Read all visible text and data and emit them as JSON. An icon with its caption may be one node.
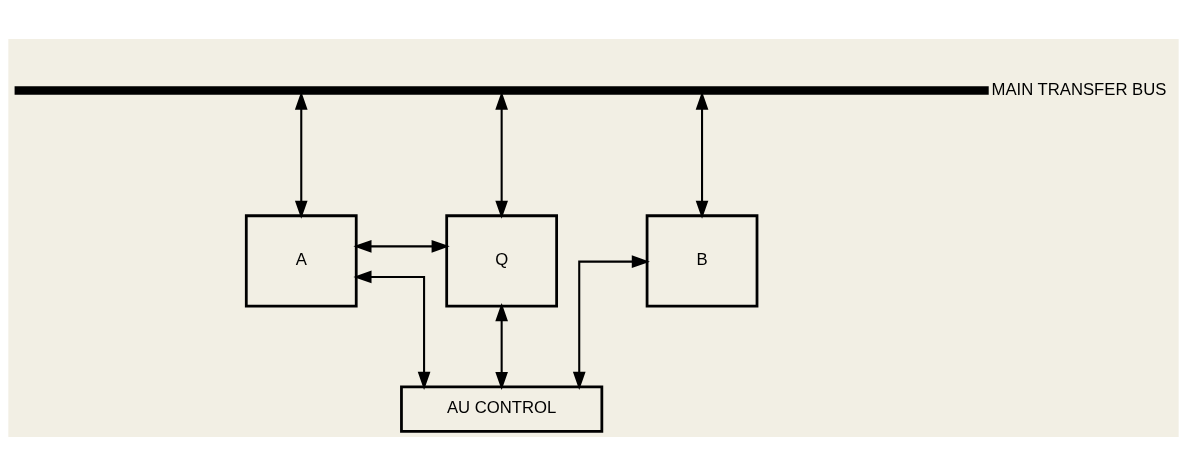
{
  "diagram": {
    "nodes": [
      {
        "text": [],
        "shape": "bar",
        "beside": [
          "MAIN TRANSFER BUS"
        ]
      },
      {
        "text": [
          "A"
        ]
      },
      {
        "text": [
          "Q"
        ]
      },
      {
        "text": [
          "B"
        ]
      },
      {
        "text": [
          "AU CONTROL"
        ]
      }
    ],
    "edges": [
      {
        "from": 0,
        "to": 1,
        "arrow": "both"
      },
      {
        "from": 0,
        "to": 2,
        "arrow": "both"
      },
      {
        "from": 0,
        "to": 3,
        "arrow": "both"
      },
      {
        "from": 1,
        "to": 2,
        "arrow": "both"
      },
      {
        "from": 1,
        "to": 4,
        "arrow": "both"
      },
      {
        "from": 2,
        "to": 4,
        "arrow": "both"
      },
      {
        "from": 3,
        "to": 4,
        "arrow": "both"
      }
    ]
  }
}
